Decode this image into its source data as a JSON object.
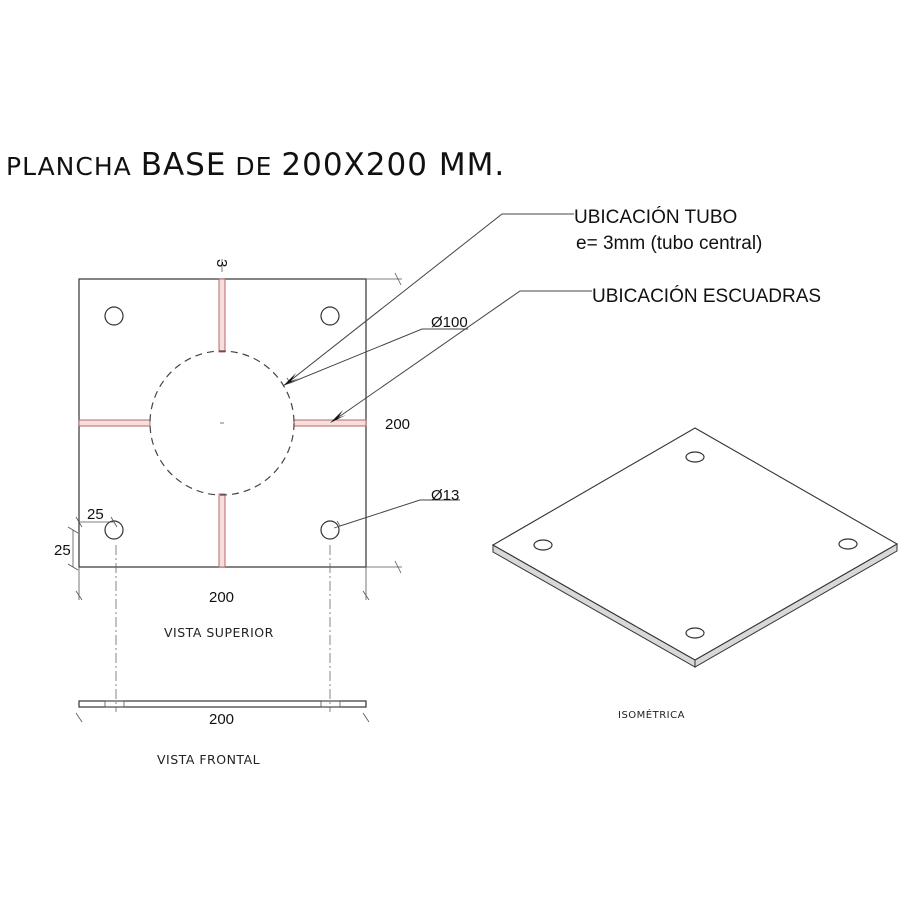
{
  "title": {
    "prefix": "PLANCHA ",
    "main": "BASE",
    "mid": " DE ",
    "dims": "200X200 MM."
  },
  "callouts": {
    "tubo_location": "UBICACIÓN TUBO",
    "tubo_thickness": "e= 3mm (tubo central)",
    "escuadras_location": "UBICACIÓN ESCUADRAS"
  },
  "dimensions": {
    "rib_thickness": "3",
    "tube_diameter": "Ø100",
    "plate_height": "200",
    "hole_diameter": "Ø13",
    "hole_offset_x": "25",
    "hole_offset_y": "25",
    "plate_width_top": "200",
    "plate_width_front": "200"
  },
  "views": {
    "top": "VISTA SUPERIOR",
    "front": "VISTA FRONTAL",
    "iso": "ISOMÉTRICA"
  }
}
